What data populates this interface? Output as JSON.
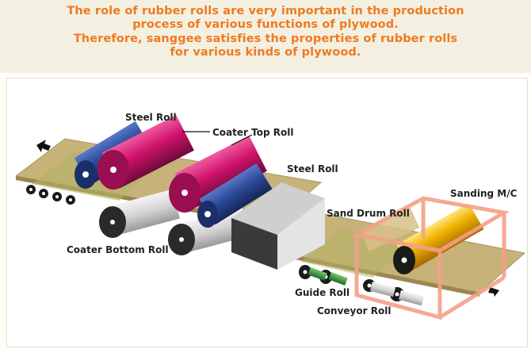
{
  "intro": {
    "lines": [
      "The role of rubber rolls are very important in the production",
      "process of various functions of plywood.",
      "Therefore, sanggee satisfies the properties of rubber rolls",
      "for various kinds of plywood."
    ]
  },
  "labels": {
    "steel_roll_1": "Steel Roll",
    "coater_top_roll": "Coater Top Roll",
    "steel_roll_2": "Steel Roll",
    "sand_drum_roll": "Sand Drum Roll",
    "sanding_mc": "Sanding M/C",
    "coater_bottom_roll": "Coater Bottom Roll",
    "guide_roll": "Guide Roll",
    "conveyor_roll": "Conveyor Roll"
  },
  "colors": {
    "title": "#f07a1e",
    "board": "#c7b27a",
    "steel_roll": "#2b4a9a",
    "coater_roll": "#d0126a",
    "bottom_roll": "#3a3a3a",
    "guide_roll": "#2f8a3a",
    "sand_drum": "#e0a400",
    "machine_frame": "#f4a088"
  }
}
